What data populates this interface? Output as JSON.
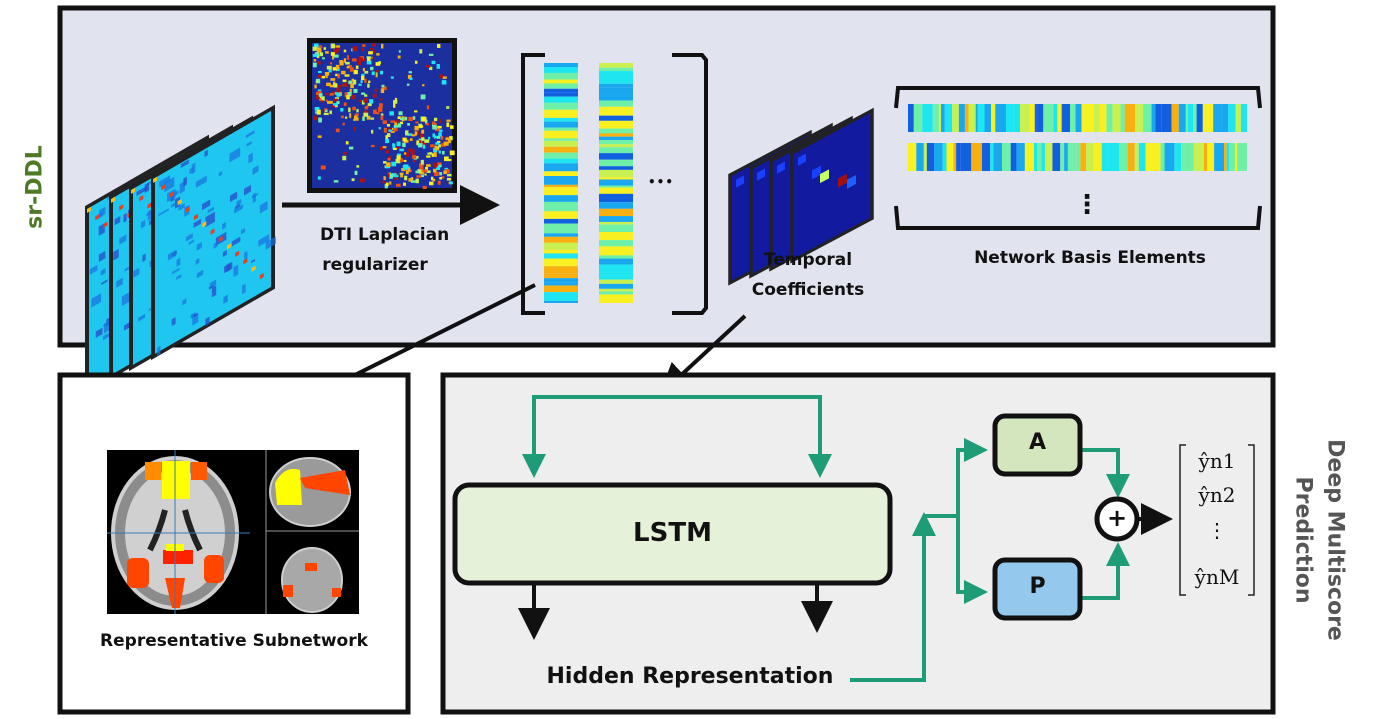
{
  "top_panel": {
    "side_label": "sr-DDL",
    "side_label_color": "#4e7a26",
    "background": "#e1e3ef",
    "regularizer_label_line1": "DTI Laplacian",
    "regularizer_label_line2": "regularizer",
    "ellipsis_h": "•••",
    "temporal_label_line1": "Temporal",
    "temporal_label_line2": "Coefficients",
    "basis_label": "Network Basis Elements",
    "ellipsis_v": "⋮"
  },
  "bottom_left_panel": {
    "caption": "Representative Subnetwork",
    "background": "#ffffff"
  },
  "bottom_right_panel": {
    "side_label_line1": "Deep Multiscore",
    "side_label_line2": "Prediction",
    "side_label_color": "#555555",
    "background": "#eeeeee",
    "lstm_label": "LSTM",
    "lstm_fill": "#e6f1da",
    "hidden_label": "Hidden Representation",
    "a_label": "A",
    "a_fill": "#d3e6bd",
    "p_label": "P",
    "p_fill": "#94c8ec",
    "sum_symbol": "+",
    "arrow_color": "#1e9c78",
    "outputs": [
      "ŷn1",
      "ŷn2",
      "⋮",
      "ŷnM"
    ]
  }
}
